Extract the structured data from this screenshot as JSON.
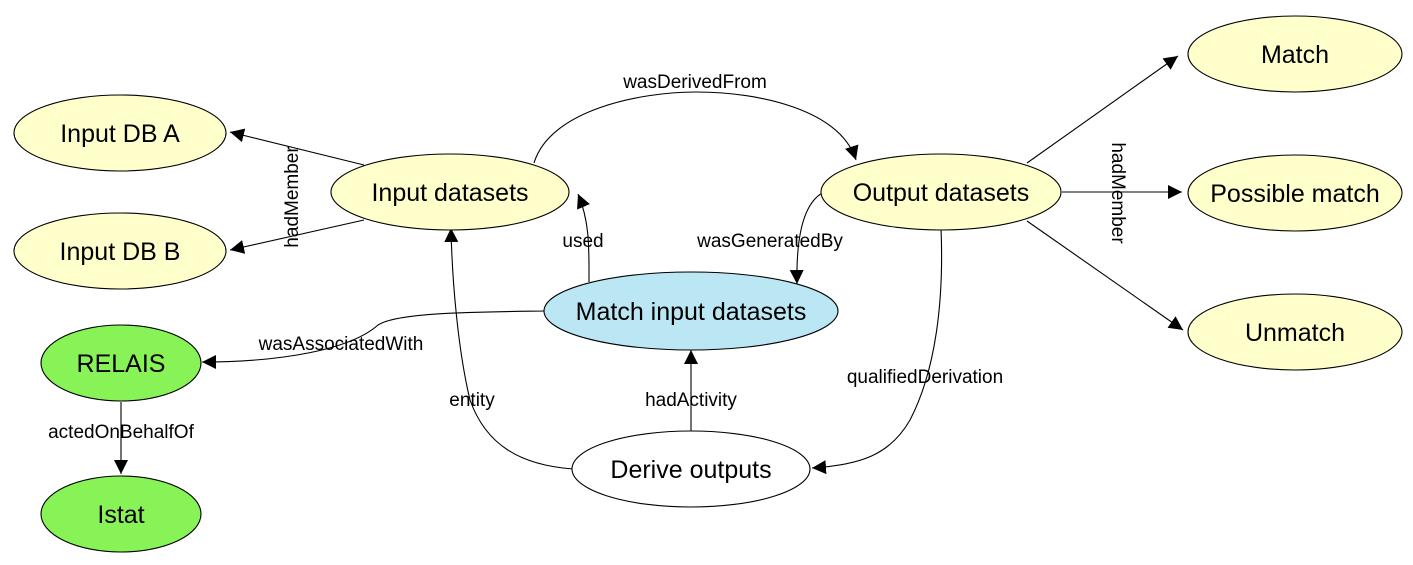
{
  "colors": {
    "entity": "#ffffcc",
    "activity": "#bbe6f3",
    "agent": "#88f356",
    "plain": "#ffffff",
    "stroke": "#000000"
  },
  "nodes": {
    "input_db_a": "Input DB A",
    "input_db_b": "Input DB B",
    "input_datasets": "Input datasets",
    "output_datasets": "Output datasets",
    "match": "Match",
    "possible_match": "Possible match",
    "unmatch": "Unmatch",
    "match_input_datasets": "Match input datasets",
    "relais": "RELAIS",
    "istat": "Istat",
    "derive_outputs": "Derive outputs"
  },
  "edges": {
    "was_derived_from": "wasDerivedFrom",
    "had_member_left": "hadMember",
    "had_member_right": "hadMember",
    "used": "used",
    "was_generated_by": "wasGeneratedBy",
    "was_associated_with": "wasAssociatedWith",
    "acted_on_behalf_of": "actedOnBehalfOf",
    "entity": "entity",
    "had_activity": "hadActivity",
    "qualified_derivation": "qualifiedDerivation"
  }
}
